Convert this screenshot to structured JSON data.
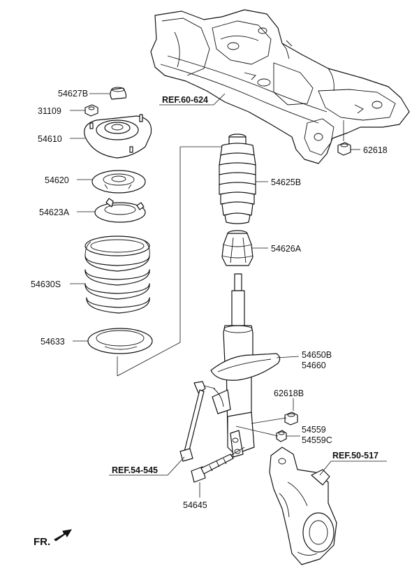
{
  "labels": {
    "p54627B": "54627B",
    "p31109": "31109",
    "p54610": "54610",
    "p54620": "54620",
    "p54623A": "54623A",
    "p54630S": "54630S",
    "p54633": "54633",
    "p54625B": "54625B",
    "p54626A": "54626A",
    "p54650B": "54650B",
    "p54660": "54660",
    "p62618B": "62618B",
    "p54559": "54559",
    "p54559C": "54559C",
    "p54645": "54645",
    "p62618": "62618"
  },
  "refs": {
    "ref60624": "REF.60-624",
    "ref54545": "REF.54-545",
    "ref50517": "REF.50-517"
  },
  "front": "FR.",
  "colors": {
    "line": "#111111",
    "background": "#ffffff"
  },
  "icons": {
    "front_indicator": "arrow-icon"
  }
}
